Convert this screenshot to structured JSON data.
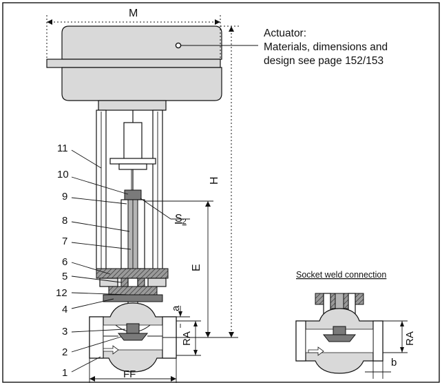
{
  "dimensions": {
    "M": "M",
    "H": "H",
    "E": "E",
    "FF": "FF",
    "RA": "RA",
    "a": "a",
    "b": "b",
    "S2_main": "S",
    "S2_sub": "2"
  },
  "actuator_note": {
    "line1": "Actuator:",
    "line2": "Materials, dimensions and",
    "line3": "design see page 152/153"
  },
  "part_numbers": [
    "11",
    "10",
    "9",
    "8",
    "7",
    "6",
    "5",
    "12",
    "4",
    "3",
    "2",
    "1"
  ],
  "inset": {
    "title": "Socket weld connection",
    "RA": "RA",
    "b": "b"
  }
}
